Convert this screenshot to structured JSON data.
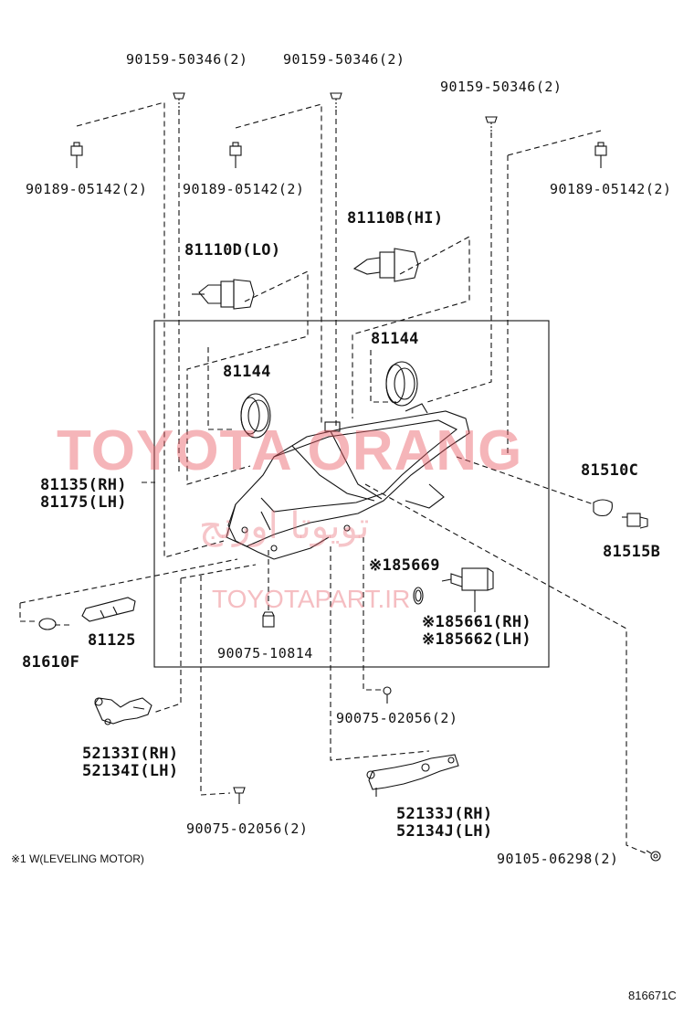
{
  "diagram": {
    "figure_number": "816671C",
    "footnote": "※1  W(LEVELING MOTOR)",
    "watermark": {
      "main": "TOYOTA ORANG",
      "arabic": "تويوتا اورنج",
      "site": "TOYOTAPART.IR"
    },
    "labels": {
      "screw_top_left": "90159-50346(2)",
      "screw_top_mid": "90159-50346(2)",
      "screw_top_right": "90159-50346(2)",
      "nut_left": "90189-05142(2)",
      "nut_mid": "90189-05142(2)",
      "nut_right": "90189-05142(2)",
      "bulb_hi": "81110B(HI)",
      "bulb_lo": "81110D(LO)",
      "cap_right": "81144",
      "cap_left": "81144",
      "lamp_rh": "81135(RH)",
      "lamp_lh": "81175(LH)",
      "lens_side": "81510C",
      "socket_side": "81515B",
      "oring": "※185669",
      "motor_rh": "※185661(RH)",
      "motor_lh": "※185662(LH)",
      "bulb_small": "81125",
      "cap_small": "81610F",
      "grommet": "90075-10814",
      "screw_mid": "90075-02056(2)",
      "bracket_i_rh": "52133I(RH)",
      "bracket_i_lh": "52134I(LH)",
      "bracket_j_rh": "52133J(RH)",
      "bracket_j_lh": "52134J(LH)",
      "screw_bottom": "90075-02056(2)",
      "bolt_bottom_right": "90105-06298(2)"
    }
  }
}
